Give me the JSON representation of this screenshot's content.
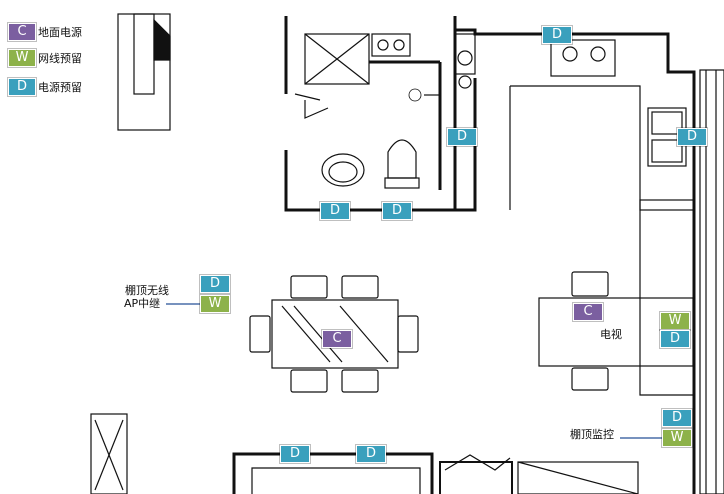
{
  "legend": [
    {
      "code": "C",
      "text": "地面电源",
      "color": "#7b5fa0"
    },
    {
      "code": "W",
      "text": "网线预留",
      "color": "#8db24a"
    },
    {
      "code": "D",
      "text": "电源预留",
      "color": "#3aa0bd"
    }
  ],
  "colors": {
    "D": "#3aa0bd",
    "W": "#8db24a",
    "C": "#7b5fa0",
    "wall": "#111111",
    "line": "#4a6fa8"
  },
  "markers": [
    {
      "code": "D",
      "area": "kitchen-top"
    },
    {
      "code": "D",
      "area": "kitchen-left-wall"
    },
    {
      "code": "D",
      "area": "kitchen-sink"
    },
    {
      "code": "D",
      "area": "bathroom-bottom-1"
    },
    {
      "code": "D",
      "area": "bathroom-bottom-2"
    },
    {
      "code": "D",
      "area": "ceiling-wifi"
    },
    {
      "code": "W",
      "area": "ceiling-wifi"
    },
    {
      "code": "C",
      "area": "dining-table"
    },
    {
      "code": "C",
      "area": "tv-table"
    },
    {
      "code": "W",
      "area": "tv"
    },
    {
      "code": "D",
      "area": "tv"
    },
    {
      "code": "D",
      "area": "ceiling-camera"
    },
    {
      "code": "W",
      "area": "ceiling-camera"
    },
    {
      "code": "D",
      "area": "bottom-1"
    },
    {
      "code": "D",
      "area": "bottom-2"
    }
  ],
  "labels": {
    "wifi_line1": "棚顶无线",
    "wifi_line2": "AP中继",
    "tv": "电视",
    "camera": "棚顶监控"
  }
}
